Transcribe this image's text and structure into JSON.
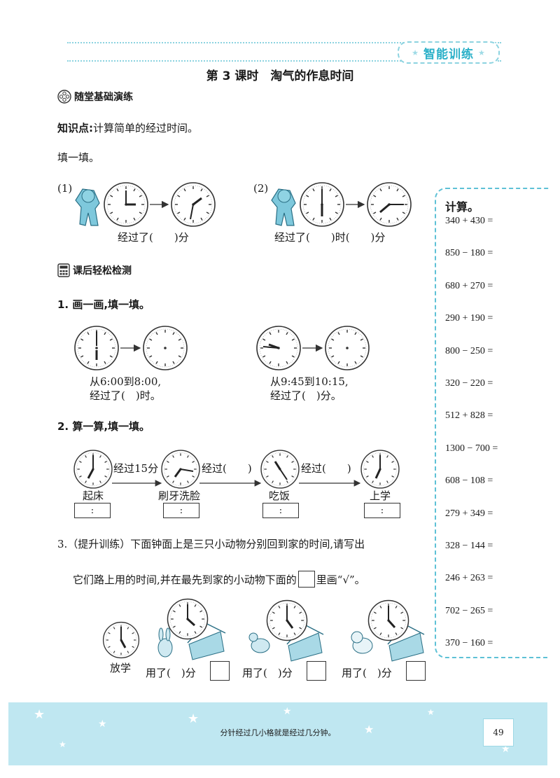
{
  "header": {
    "brand": "智能训练",
    "title": "第 3 课时　淘气的作息时间"
  },
  "section1": {
    "heading": "随堂基础演练",
    "knowledge_label": "知识点:",
    "knowledge_text": "计算简单的经过时间。",
    "instruction": "填一填。",
    "q1_label": "(1)",
    "q1_text": "经过了(　　)分",
    "q2_label": "(2)",
    "q2_text": "经过了(　　)时(　　)分"
  },
  "section2": {
    "heading": "课后轻松检测",
    "p1": {
      "title": "1. 画一画,填一填。",
      "a_line1": "从6:00到8:00,",
      "a_line2": "经过了(　)时。",
      "b_line1": "从9:45到10:15,",
      "b_line2": "经过了(　)分。"
    },
    "p2": {
      "title": "2. 算一算,填一填。",
      "arrow1": "经过15分",
      "arrow2": "经过(　　)",
      "arrow3": "经过(　　)",
      "labels": [
        "起床",
        "刷牙洗脸",
        "吃饭",
        "上学"
      ],
      "box_text": ":"
    },
    "p3": {
      "line1": "3.（提升训练）下面钟面上是三只小动物分别回到家的时间,请写出",
      "line2a": "它们路上用的时间,并在最先到家的小动物下面的",
      "line2b": "里画“√”。",
      "start_label": "放学",
      "used": [
        "用了(　)分",
        "用了(　)分",
        "用了(　)分"
      ]
    }
  },
  "side": {
    "title": "计算。",
    "items": [
      "340 + 430 =",
      "850 − 180 =",
      "680 + 270 =",
      "290 + 190 =",
      "800 − 250 =",
      "320 − 220 =",
      "512 + 828 =",
      "1300 − 700 =",
      "608 − 108 =",
      "279 + 349 =",
      "328 − 144 =",
      "246 + 263 =",
      "702 − 265 =",
      "370 − 160 ="
    ]
  },
  "footer": {
    "note": "分针经过几小格就是经过几分钟。",
    "page": "49"
  },
  "colors": {
    "accent": "#2bb0c8",
    "footer_bg": "#bfe7f1",
    "frame": "#5ec1d6"
  }
}
